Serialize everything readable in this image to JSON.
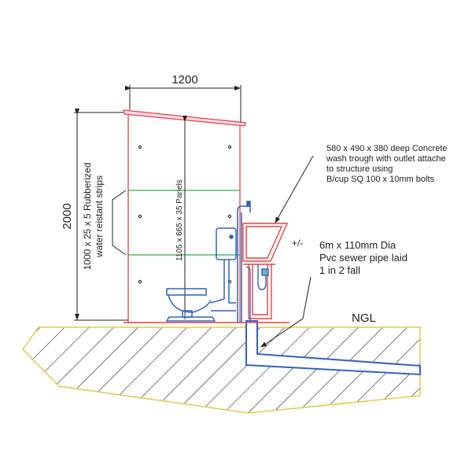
{
  "dimensions": {
    "width_label": "1200",
    "height_label": "2000",
    "strips_line1": "1000 x 25 x 5 Rubberized",
    "strips_line2": "water reistant strips",
    "panels": "1105 x 665 x 35 Panels"
  },
  "annotations": {
    "trough": [
      "580 x 490 x 380 deep Concrete",
      "wash trough with outlet attache",
      "to structure  using",
      "B/cup SQ 100 x 10mm bolts"
    ],
    "pipe": [
      "6m x 110mm Dia",
      "Pvc sewer pipe laid",
      "1 in 2 fall"
    ],
    "tolerance": "+/-",
    "ground": "NGL"
  },
  "colors": {
    "structure": "#e8423f",
    "plumbing": "#2f63c4",
    "strips": "#2fae4a",
    "ground": "#e6c84a",
    "ink": "#222222"
  }
}
